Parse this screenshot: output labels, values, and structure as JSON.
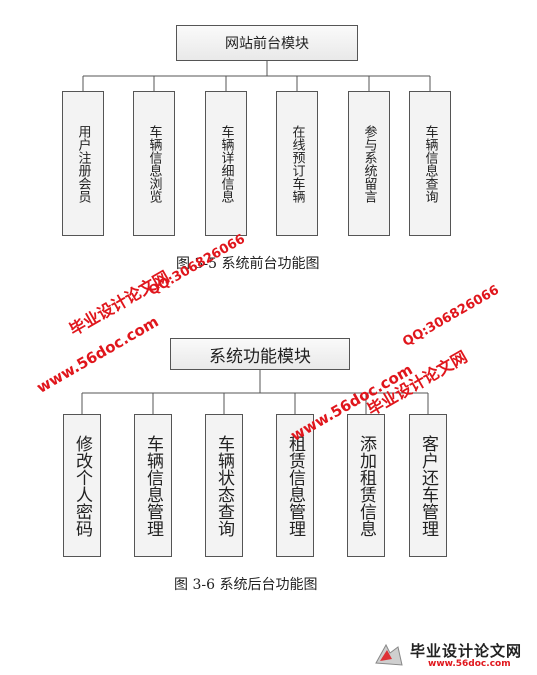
{
  "diagram1": {
    "root": "网站前台模块",
    "children": [
      "用户注册会员",
      "车辆信息浏览",
      "车辆详细信息",
      "在线预订车辆",
      "参与系统留言",
      "车辆信息查询"
    ],
    "caption": "图  3-5  系统前台功能图"
  },
  "diagram2": {
    "root": "系统功能模块",
    "children": [
      "修改个人密码",
      "车辆信息管理",
      "车辆状态查询",
      "租赁信息管理",
      "添加租赁信息",
      "客户还车管理"
    ],
    "caption": "图  3-6  系统后台功能图"
  },
  "watermarks": {
    "site_cn": "毕业设计论文网",
    "url": "www.56doc.com",
    "qq": "QQ:306826066",
    "logo_cn": "毕业设计论文网",
    "logo_url": "www.56doc.com"
  },
  "colors": {
    "watermark": "#e0161c",
    "border": "#555555",
    "box_fill": "#f3f3f3"
  }
}
